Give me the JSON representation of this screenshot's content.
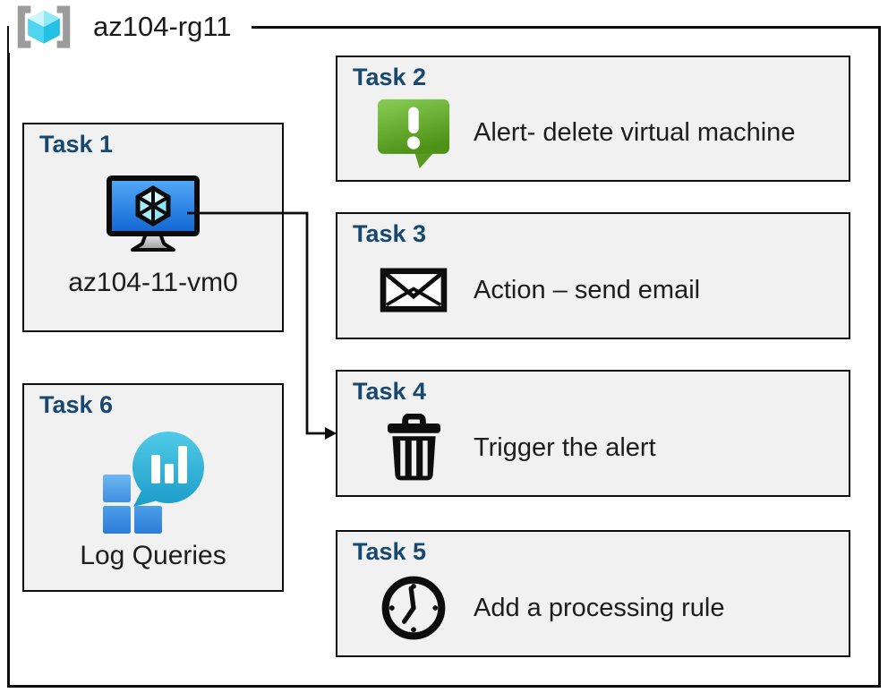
{
  "resource_group": {
    "label": "az104-rg11",
    "icon": "resource-group-icon"
  },
  "tasks": [
    {
      "title": "Task 1",
      "label": "az104-11-vm0",
      "icon": "virtual-machine-icon"
    },
    {
      "title": "Task 2",
      "label": "Alert- delete virtual machine",
      "icon": "alert-icon"
    },
    {
      "title": "Task 3",
      "label": "Action – send email",
      "icon": "email-icon"
    },
    {
      "title": "Task 4",
      "label": "Trigger the alert",
      "icon": "trash-icon"
    },
    {
      "title": "Task 5",
      "label": "Add a processing rule",
      "icon": "clock-icon"
    },
    {
      "title": "Task 6",
      "label": "Log Queries",
      "icon": "log-queries-icon"
    }
  ],
  "connector": {
    "from": "Task 1",
    "to": "Task 4"
  },
  "colors": {
    "task_title_blue": "#17486F",
    "box_fill": "#F1F1F2",
    "outline_black": "#0D0D0D",
    "alert_green_light": "#8ACD55",
    "alert_green_dark": "#4E9317",
    "vm_screen_blue_light": "#54ABF8",
    "vm_screen_blue_dark": "#1065D2",
    "vm_cube_cyan": "#C2F2FE",
    "log_teal_light": "#4FC9E6",
    "log_teal_dark": "#1B9CC8",
    "log_square_blue_light": "#6FB7F2",
    "log_square_blue_dark": "#2C7CD7",
    "rg_bracket_gray": "#9C9C9C",
    "rg_cube_top": "#CDF5FC",
    "rg_cube_left": "#4ED5F1",
    "rg_cube_right": "#26C0E4"
  }
}
